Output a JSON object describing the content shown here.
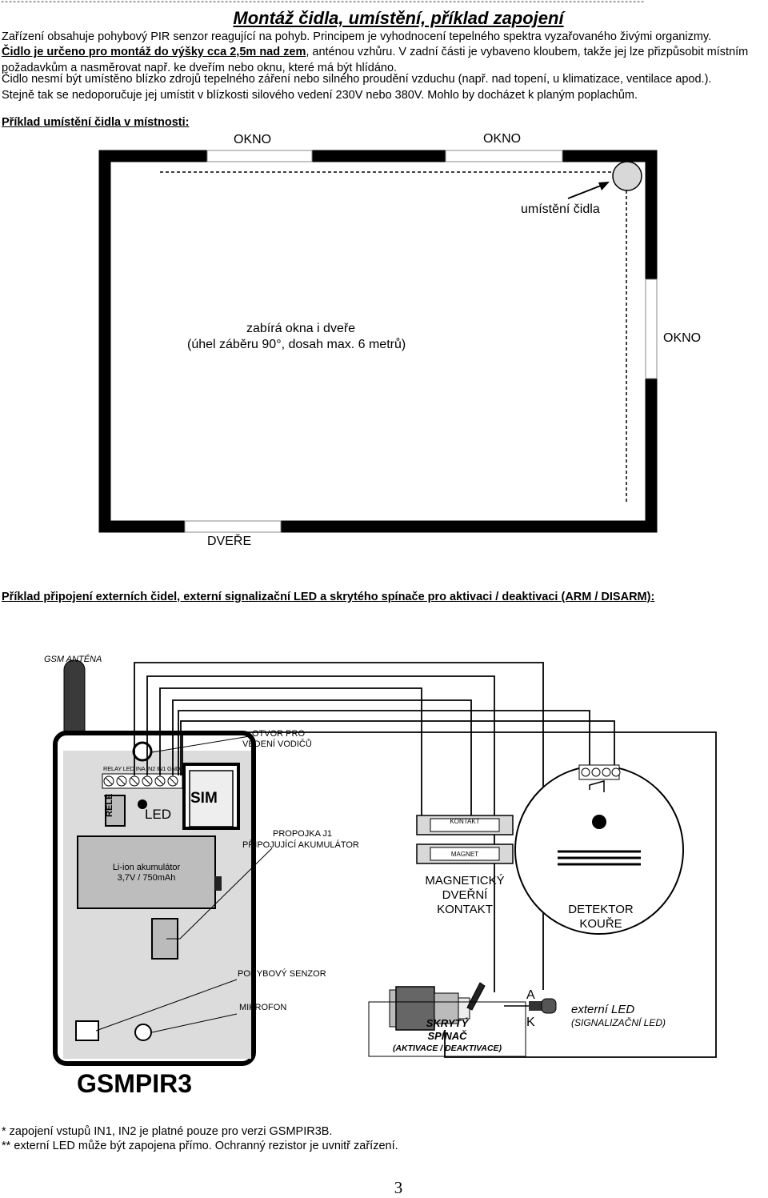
{
  "header": {
    "rule": "-----------------------------------------------------------------------------------------------------------------------------------------------------------------",
    "title": "Montáž čidla, umístění, příklad zapojení"
  },
  "intro": {
    "line1": "Zařízení obsahuje pohybový PIR senzor reagující na pohyb. Principem je vyhodnocení tepelného spektra vyzařovaného živými organizmy.",
    "line2_bold": "Čidlo je určeno pro montáž do výšky cca 2,5m nad zem",
    "line2_rest": ", anténou vzhůru. V zadní části je vybaveno kloubem, takže jej lze přizpůsobit místním požadavkům a nasměrovat např. ke dveřím nebo oknu, které má být hlídáno.",
    "line3": "Čidlo nesmí být umístěno blízko zdrojů tepelného záření nebo silného proudění vzduchu (např. nad topení, u klimatizace, ventilace apod.).",
    "line4": "Stejně tak se nedoporučuje jej umístit v blízkosti silového vedení 230V nebo 380V. Mohlo by docházet k planým poplachům."
  },
  "room_section": {
    "heading": "Příklad umístění čidla v místnosti:",
    "window1": "OKNO",
    "window2": "OKNO",
    "window3": "OKNO",
    "door": "DVEŘE",
    "sensor_label": "umístění čidla",
    "coverage_line1": "zabírá okna i dveře",
    "coverage_line2": "(úhel záběru 90°, dosah max. 6 metrů)"
  },
  "wiring_section": {
    "heading": "Příklad připojení externích čidel, externí signalizační LED a skrytého spínače pro aktivaci / deaktivaci (ARM / DISARM):",
    "gsm_antenna": "GSM ANTÉNA",
    "terminals": [
      "RELAY",
      "LED",
      "INA",
      "IN2",
      "IN1",
      "GND"
    ],
    "rele": "RELÉ",
    "led": "LED",
    "sim": "SIM",
    "hole_line1": "OTVOR PRO",
    "hole_line2": "VEDENÍ VODIČŮ",
    "jumper_line1": "PROPOJKA J1",
    "jumper_line2": "PŘIPOJUJÍCÍ AKUMULÁTOR",
    "battery_line1": "Li-ion akumulátor",
    "battery_line2": "3,7V / 750mAh",
    "motion_sensor": "POHYBOVÝ SENZOR",
    "microphone": "MIKROFON",
    "device_name": "GSMPIR3",
    "contact": "KONTAKT",
    "magnet": "MAGNET",
    "magnetic_line1": "MAGNETICKÝ",
    "magnetic_line2": "DVEŘNÍ",
    "magnetic_line3": "KONTAKT",
    "smoke_line1": "DETEKTOR",
    "smoke_line2": "KOUŘE",
    "switch_line1": "SKRYTÝ",
    "switch_line2": "SPÍNAČ",
    "switch_line3": "(AKTIVACE / DEAKTIVACE)",
    "anode": "A",
    "cathode": "K",
    "ext_led_line1": "externí LED",
    "ext_led_line2": "(SIGNALIZAČNÍ LED)"
  },
  "footnotes": {
    "note1": "* zapojení vstupů IN1, IN2 je platné pouze pro verzi GSMPIR3B.",
    "note2": "** externí LED může být zapojena přímo. Ochranný rezistor je uvnitř zařízení."
  },
  "page_number": "3"
}
